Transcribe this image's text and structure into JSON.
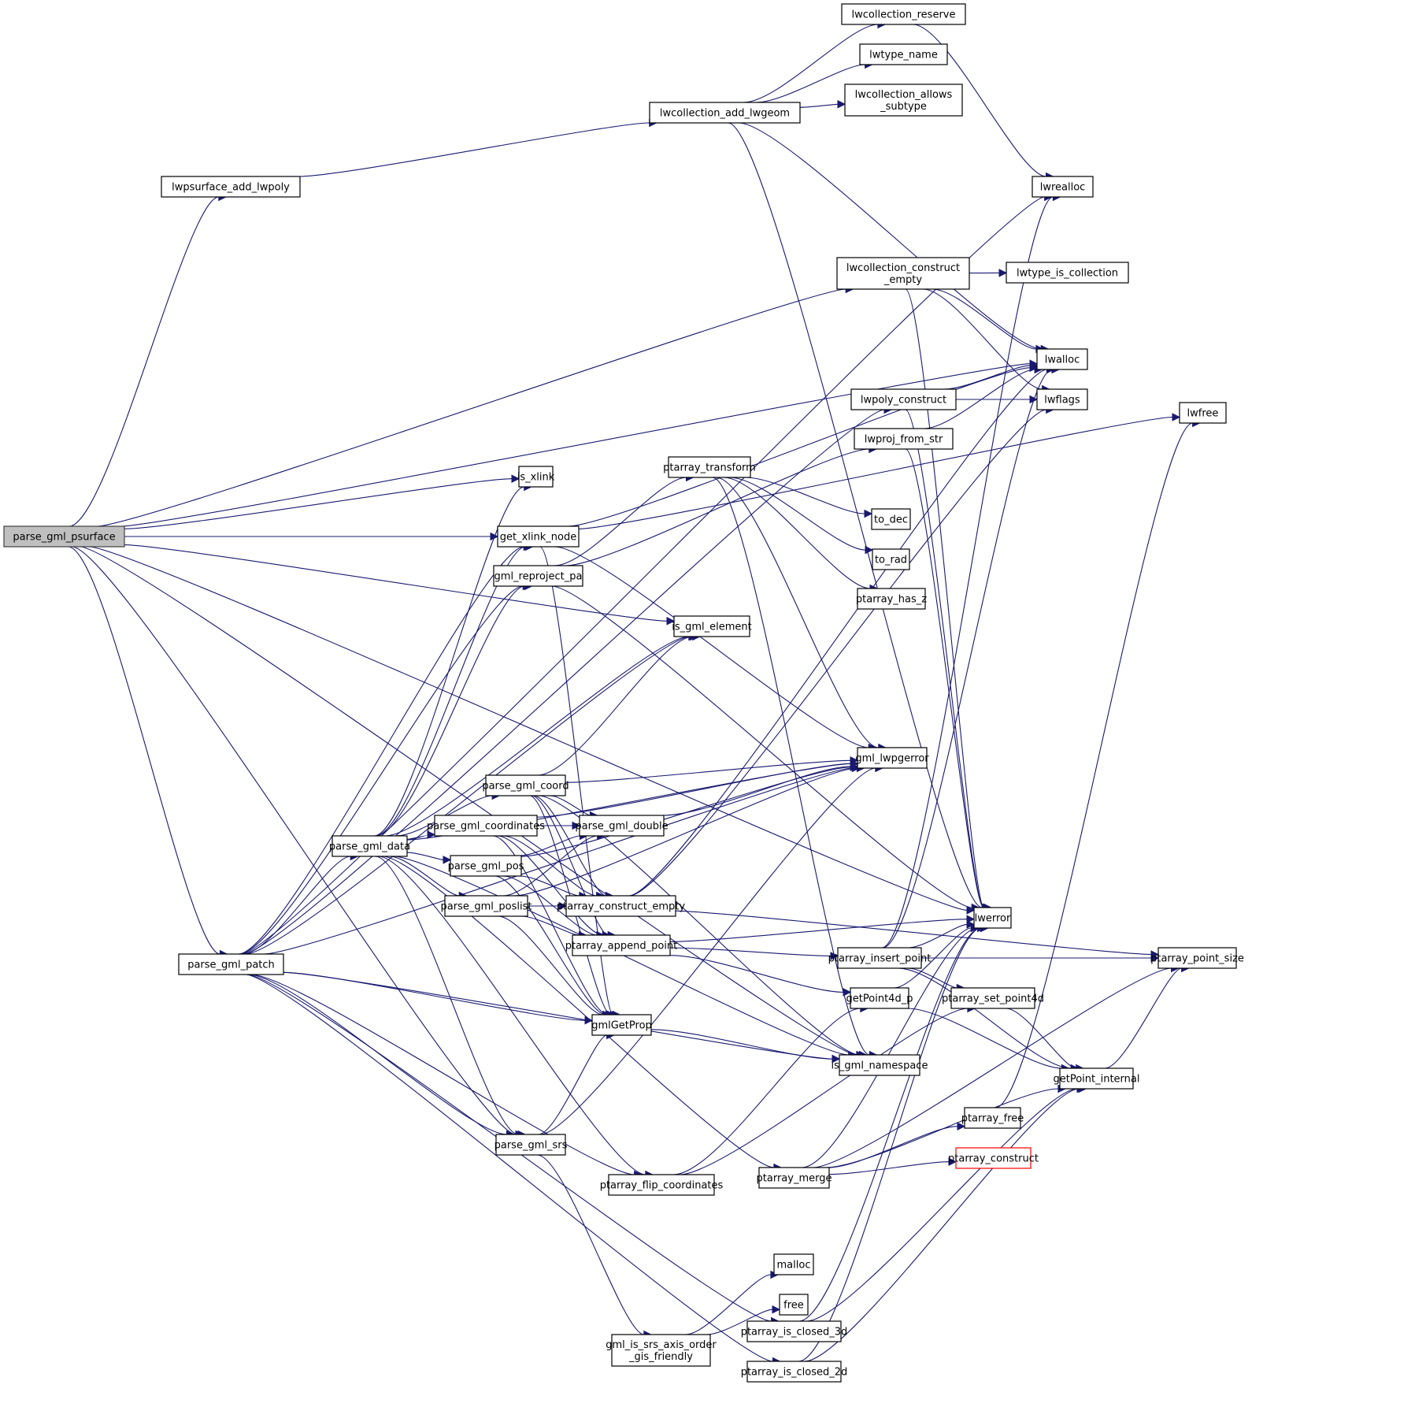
{
  "graph": {
    "type": "call-graph",
    "root": "parse_gml_psurface",
    "colors": {
      "edge": "#191970",
      "root_fill": "#bfbfbf",
      "node_border": "#000000",
      "external_border": "#ff0000"
    },
    "nodes": [
      {
        "id": "parse_gml_psurface",
        "lines": [
          "parse_gml_psurface"
        ],
        "kind": "root"
      },
      {
        "id": "lwpsurface_add_lwpoly",
        "lines": [
          "lwpsurface_add_lwpoly"
        ]
      },
      {
        "id": "lwcollection_add_lwgeom",
        "lines": [
          "lwcollection_add_lwgeom"
        ]
      },
      {
        "id": "lwcollection_reserve",
        "lines": [
          "lwcollection_reserve"
        ]
      },
      {
        "id": "lwtype_name",
        "lines": [
          "lwtype_name"
        ]
      },
      {
        "id": "lwcollection_allows_subtype",
        "lines": [
          "lwcollection_allows",
          "_subtype"
        ]
      },
      {
        "id": "lwrealloc",
        "lines": [
          "lwrealloc"
        ]
      },
      {
        "id": "lwcollection_construct_empty",
        "lines": [
          "lwcollection_construct",
          "_empty"
        ]
      },
      {
        "id": "lwtype_is_collection",
        "lines": [
          "lwtype_is_collection"
        ]
      },
      {
        "id": "lwalloc",
        "lines": [
          "lwalloc"
        ]
      },
      {
        "id": "lwflags",
        "lines": [
          "lwflags"
        ]
      },
      {
        "id": "lwfree",
        "lines": [
          "lwfree"
        ]
      },
      {
        "id": "lwpoly_construct",
        "lines": [
          "lwpoly_construct"
        ]
      },
      {
        "id": "lwproj_from_str",
        "lines": [
          "lwproj_from_str"
        ]
      },
      {
        "id": "is_xlink",
        "lines": [
          "is_xlink"
        ]
      },
      {
        "id": "get_xlink_node",
        "lines": [
          "get_xlink_node"
        ]
      },
      {
        "id": "gml_reproject_pa",
        "lines": [
          "gml_reproject_pa"
        ]
      },
      {
        "id": "ptarray_transform",
        "lines": [
          "ptarray_transform"
        ]
      },
      {
        "id": "to_dec",
        "lines": [
          "to_dec"
        ]
      },
      {
        "id": "to_rad",
        "lines": [
          "to_rad"
        ]
      },
      {
        "id": "ptarray_has_z",
        "lines": [
          "ptarray_has_z"
        ]
      },
      {
        "id": "is_gml_element",
        "lines": [
          "is_gml_element"
        ]
      },
      {
        "id": "gml_lwpgerror",
        "lines": [
          "gml_lwpgerror"
        ]
      },
      {
        "id": "parse_gml_coord",
        "lines": [
          "parse_gml_coord"
        ]
      },
      {
        "id": "parse_gml_coordinates",
        "lines": [
          "parse_gml_coordinates"
        ]
      },
      {
        "id": "parse_gml_double",
        "lines": [
          "parse_gml_double"
        ]
      },
      {
        "id": "parse_gml_data",
        "lines": [
          "parse_gml_data"
        ]
      },
      {
        "id": "parse_gml_pos",
        "lines": [
          "parse_gml_pos"
        ]
      },
      {
        "id": "parse_gml_poslist",
        "lines": [
          "parse_gml_poslist"
        ]
      },
      {
        "id": "ptarray_construct_empty",
        "lines": [
          "ptarray_construct_empty"
        ]
      },
      {
        "id": "ptarray_append_point",
        "lines": [
          "ptarray_append_point"
        ]
      },
      {
        "id": "lwerror",
        "lines": [
          "lwerror"
        ]
      },
      {
        "id": "ptarray_insert_point",
        "lines": [
          "ptarray_insert_point"
        ]
      },
      {
        "id": "ptarray_point_size",
        "lines": [
          "ptarray_point_size"
        ]
      },
      {
        "id": "parse_gml_patch",
        "lines": [
          "parse_gml_patch"
        ]
      },
      {
        "id": "getPoint4d_p",
        "lines": [
          "getPoint4d_p"
        ]
      },
      {
        "id": "ptarray_set_point4d",
        "lines": [
          "ptarray_set_point4d"
        ]
      },
      {
        "id": "gmlGetProp",
        "lines": [
          "gmlGetProp"
        ]
      },
      {
        "id": "is_gml_namespace",
        "lines": [
          "is_gml_namespace"
        ]
      },
      {
        "id": "getPoint_internal",
        "lines": [
          "getPoint_internal"
        ]
      },
      {
        "id": "ptarray_free",
        "lines": [
          "ptarray_free"
        ]
      },
      {
        "id": "parse_gml_srs",
        "lines": [
          "parse_gml_srs"
        ]
      },
      {
        "id": "ptarray_construct",
        "lines": [
          "ptarray_construct"
        ],
        "kind": "external"
      },
      {
        "id": "ptarray_flip_coordinates",
        "lines": [
          "ptarray_flip_coordinates"
        ]
      },
      {
        "id": "ptarray_merge",
        "lines": [
          "ptarray_merge"
        ]
      },
      {
        "id": "malloc",
        "lines": [
          "malloc"
        ]
      },
      {
        "id": "free",
        "lines": [
          "free"
        ]
      },
      {
        "id": "gml_is_srs_axis_order_gis_friendly",
        "lines": [
          "gml_is_srs_axis_order",
          "_gis_friendly"
        ]
      },
      {
        "id": "ptarray_is_closed_3d",
        "lines": [
          "ptarray_is_closed_3d"
        ]
      },
      {
        "id": "ptarray_is_closed_2d",
        "lines": [
          "ptarray_is_closed_2d"
        ]
      }
    ],
    "edges": [
      [
        "parse_gml_psurface",
        "lwpsurface_add_lwpoly"
      ],
      [
        "parse_gml_psurface",
        "lwcollection_construct_empty"
      ],
      [
        "parse_gml_psurface",
        "lwalloc"
      ],
      [
        "parse_gml_psurface",
        "is_xlink"
      ],
      [
        "parse_gml_psurface",
        "get_xlink_node"
      ],
      [
        "parse_gml_psurface",
        "is_gml_element"
      ],
      [
        "parse_gml_psurface",
        "parse_gml_patch"
      ],
      [
        "parse_gml_psurface",
        "parse_gml_srs"
      ],
      [
        "parse_gml_psurface",
        "lwerror"
      ],
      [
        "parse_gml_psurface",
        "is_gml_namespace"
      ],
      [
        "lwpsurface_add_lwpoly",
        "lwcollection_add_lwgeom"
      ],
      [
        "lwcollection_add_lwgeom",
        "lwcollection_reserve"
      ],
      [
        "lwcollection_add_lwgeom",
        "lwtype_name"
      ],
      [
        "lwcollection_add_lwgeom",
        "lwcollection_allows_subtype"
      ],
      [
        "lwcollection_add_lwgeom",
        "lwalloc"
      ],
      [
        "lwcollection_add_lwgeom",
        "lwerror"
      ],
      [
        "lwcollection_reserve",
        "lwrealloc"
      ],
      [
        "lwcollection_construct_empty",
        "lwtype_is_collection"
      ],
      [
        "lwcollection_construct_empty",
        "lwalloc"
      ],
      [
        "lwcollection_construct_empty",
        "lwflags"
      ],
      [
        "lwcollection_construct_empty",
        "lwerror"
      ],
      [
        "lwpoly_construct",
        "lwalloc"
      ],
      [
        "lwpoly_construct",
        "lwflags"
      ],
      [
        "lwpoly_construct",
        "lwerror"
      ],
      [
        "lwproj_from_str",
        "lwalloc"
      ],
      [
        "lwproj_from_str",
        "lwerror"
      ],
      [
        "get_xlink_node",
        "lwfree"
      ],
      [
        "get_xlink_node",
        "lwalloc"
      ],
      [
        "get_xlink_node",
        "gml_lwpgerror"
      ],
      [
        "get_xlink_node",
        "gmlGetProp"
      ],
      [
        "gml_reproject_pa",
        "lwproj_from_str"
      ],
      [
        "gml_reproject_pa",
        "ptarray_transform"
      ],
      [
        "gml_reproject_pa",
        "lwerror"
      ],
      [
        "ptarray_transform",
        "to_dec"
      ],
      [
        "ptarray_transform",
        "to_rad"
      ],
      [
        "ptarray_transform",
        "ptarray_has_z"
      ],
      [
        "ptarray_transform",
        "gml_lwpgerror"
      ],
      [
        "ptarray_transform",
        "is_gml_namespace"
      ],
      [
        "parse_gml_patch",
        "lwrealloc"
      ],
      [
        "parse_gml_patch",
        "lwpoly_construct"
      ],
      [
        "parse_gml_patch",
        "get_xlink_node"
      ],
      [
        "parse_gml_patch",
        "gml_reproject_pa"
      ],
      [
        "parse_gml_patch",
        "is_gml_element"
      ],
      [
        "parse_gml_patch",
        "parse_gml_data"
      ],
      [
        "parse_gml_patch",
        "gmlGetProp"
      ],
      [
        "parse_gml_patch",
        "gml_lwpgerror"
      ],
      [
        "parse_gml_patch",
        "parse_gml_srs"
      ],
      [
        "parse_gml_patch",
        "ptarray_flip_coordinates"
      ],
      [
        "parse_gml_patch",
        "is_gml_namespace"
      ],
      [
        "parse_gml_patch",
        "ptarray_is_closed_3d"
      ],
      [
        "parse_gml_patch",
        "ptarray_is_closed_2d"
      ],
      [
        "parse_gml_data",
        "is_xlink"
      ],
      [
        "parse_gml_data",
        "get_xlink_node"
      ],
      [
        "parse_gml_data",
        "gml_reproject_pa"
      ],
      [
        "parse_gml_data",
        "is_gml_element"
      ],
      [
        "parse_gml_data",
        "gml_lwpgerror"
      ],
      [
        "parse_gml_data",
        "parse_gml_coord"
      ],
      [
        "parse_gml_data",
        "parse_gml_coordinates"
      ],
      [
        "parse_gml_data",
        "parse_gml_pos"
      ],
      [
        "parse_gml_data",
        "parse_gml_poslist"
      ],
      [
        "parse_gml_data",
        "parse_gml_srs"
      ],
      [
        "parse_gml_data",
        "ptarray_flip_coordinates"
      ],
      [
        "parse_gml_data",
        "ptarray_merge"
      ],
      [
        "parse_gml_data",
        "is_gml_namespace"
      ],
      [
        "parse_gml_coord",
        "is_gml_element"
      ],
      [
        "parse_gml_coord",
        "gml_lwpgerror"
      ],
      [
        "parse_gml_coord",
        "parse_gml_double"
      ],
      [
        "parse_gml_coord",
        "ptarray_construct_empty"
      ],
      [
        "parse_gml_coord",
        "ptarray_append_point"
      ],
      [
        "parse_gml_coord",
        "gmlGetProp"
      ],
      [
        "parse_gml_coord",
        "is_gml_namespace"
      ],
      [
        "parse_gml_coordinates",
        "gml_lwpgerror"
      ],
      [
        "parse_gml_coordinates",
        "parse_gml_double"
      ],
      [
        "parse_gml_coordinates",
        "ptarray_construct_empty"
      ],
      [
        "parse_gml_coordinates",
        "ptarray_append_point"
      ],
      [
        "parse_gml_coordinates",
        "gmlGetProp"
      ],
      [
        "parse_gml_pos",
        "parse_gml_double"
      ],
      [
        "parse_gml_pos",
        "ptarray_construct_empty"
      ],
      [
        "parse_gml_pos",
        "ptarray_append_point"
      ],
      [
        "parse_gml_pos",
        "gmlGetProp"
      ],
      [
        "parse_gml_pos",
        "gml_lwpgerror"
      ],
      [
        "parse_gml_poslist",
        "parse_gml_double"
      ],
      [
        "parse_gml_poslist",
        "ptarray_construct_empty"
      ],
      [
        "parse_gml_poslist",
        "ptarray_append_point"
      ],
      [
        "parse_gml_poslist",
        "gmlGetProp"
      ],
      [
        "parse_gml_poslist",
        "gml_lwpgerror"
      ],
      [
        "parse_gml_double",
        "gml_lwpgerror"
      ],
      [
        "ptarray_construct_empty",
        "lwalloc"
      ],
      [
        "ptarray_construct_empty",
        "lwflags"
      ],
      [
        "ptarray_construct_empty",
        "ptarray_point_size"
      ],
      [
        "ptarray_append_point",
        "lwerror"
      ],
      [
        "ptarray_append_point",
        "ptarray_insert_point"
      ],
      [
        "ptarray_append_point",
        "getPoint4d_p"
      ],
      [
        "ptarray_insert_point",
        "lwrealloc"
      ],
      [
        "ptarray_insert_point",
        "lwerror"
      ],
      [
        "ptarray_insert_point",
        "ptarray_point_size"
      ],
      [
        "ptarray_insert_point",
        "ptarray_set_point4d"
      ],
      [
        "ptarray_insert_point",
        "getPoint_internal"
      ],
      [
        "ptarray_insert_point",
        "lwalloc"
      ],
      [
        "getPoint4d_p",
        "lwerror"
      ],
      [
        "getPoint4d_p",
        "getPoint_internal"
      ],
      [
        "ptarray_set_point4d",
        "getPoint_internal"
      ],
      [
        "getPoint_internal",
        "ptarray_point_size"
      ],
      [
        "gmlGetProp",
        "is_gml_namespace"
      ],
      [
        "parse_gml_srs",
        "gmlGetProp"
      ],
      [
        "parse_gml_srs",
        "gml_lwpgerror"
      ],
      [
        "parse_gml_srs",
        "gml_is_srs_axis_order_gis_friendly"
      ],
      [
        "ptarray_flip_coordinates",
        "ptarray_set_point4d"
      ],
      [
        "ptarray_flip_coordinates",
        "getPoint4d_p"
      ],
      [
        "ptarray_merge",
        "lwerror"
      ],
      [
        "ptarray_merge",
        "ptarray_free"
      ],
      [
        "ptarray_merge",
        "ptarray_construct"
      ],
      [
        "ptarray_merge",
        "getPoint_internal"
      ],
      [
        "ptarray_merge",
        "ptarray_point_size"
      ],
      [
        "ptarray_free",
        "lwfree"
      ],
      [
        "gml_is_srs_axis_order_gis_friendly",
        "malloc"
      ],
      [
        "gml_is_srs_axis_order_gis_friendly",
        "free"
      ],
      [
        "ptarray_is_closed_3d",
        "lwerror"
      ],
      [
        "ptarray_is_closed_3d",
        "getPoint_internal"
      ],
      [
        "ptarray_is_closed_2d",
        "lwerror"
      ],
      [
        "ptarray_is_closed_2d",
        "getPoint_internal"
      ]
    ]
  }
}
